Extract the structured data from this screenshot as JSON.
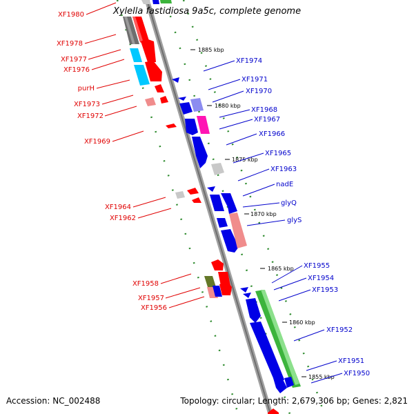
{
  "title": "Xylella fastidiosa 9a5c, complete genome",
  "footer": {
    "accession": "Accession: NC_002488",
    "topology": "Topology: circular; Length: 2,679,306 bp; Genes: 2,821"
  },
  "colors": {
    "backbone": "#808080",
    "reverse_label": "#e00000",
    "forward_label": "#0000cc",
    "blue_gene": "#0000e6",
    "red_gene": "#ff0000",
    "green_gene": "#3cb43c",
    "cyan_gene": "#00c8ff",
    "pink_gene": "#f08c8c",
    "magenta_gene": "#ff14b4",
    "lavender_gene": "#8c8cf0",
    "gray_gene": "#c8c8c8",
    "dark_gray_gene": "#6e6e6e",
    "olive_gene": "#647828",
    "grid_dots": "#2e8b2e"
  },
  "kbp_ticks": [
    "1885 kbp",
    "1880 kbp",
    "1875 kbp",
    "1870 kbp",
    "1865 kbp",
    "1860 kbp",
    "1855 kbp"
  ],
  "forward_labels": [
    "XF1974",
    "XF1971",
    "XF1970",
    "XF1968",
    "XF1967",
    "XF1966",
    "XF1965",
    "XF1963",
    "nadE",
    "glyQ",
    "glyS",
    "XF1955",
    "XF1954",
    "XF1953",
    "XF1952",
    "XF1951",
    "XF1950"
  ],
  "reverse_labels": [
    "XF1980",
    "XF1978",
    "XF1977",
    "XF1976",
    "purH",
    "XF1973",
    "XF1972",
    "XF1969",
    "XF1964",
    "XF1962",
    "XF1958",
    "XF1957",
    "XF1956"
  ]
}
